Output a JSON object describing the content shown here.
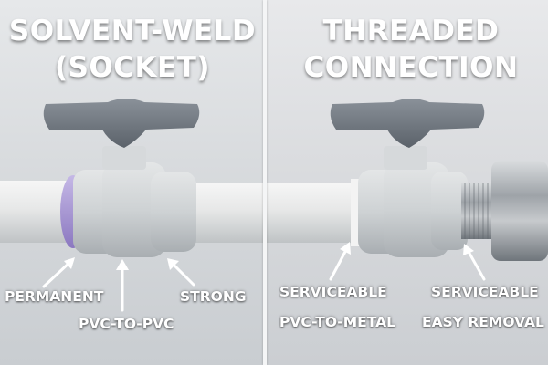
{
  "left_panel": {
    "title_line1": "SOLVENT-WELD",
    "title_line2": "(SOCKET)",
    "labels": {
      "permanent": "PERMANENT",
      "pvc_to_pvc": "PVC-TO-PVC",
      "strong": "STRONG"
    }
  },
  "right_panel": {
    "title_line1": "THREADED",
    "title_line2": "CONNECTION",
    "labels": {
      "serviceable_left": "SERVICEABLE",
      "pvc_to_metal": "PVC-TO-METAL",
      "serviceable_right": "SERVICEABLE",
      "easy_removal": "EASY REMOVAL"
    }
  },
  "colors": {
    "pipe": "#e9eaea",
    "valve_body": "#cfd3d5",
    "handle": "#6f7780",
    "purple_primer": "#a493cf",
    "metal": "#a8adb2",
    "label_text": "#ffffff"
  }
}
